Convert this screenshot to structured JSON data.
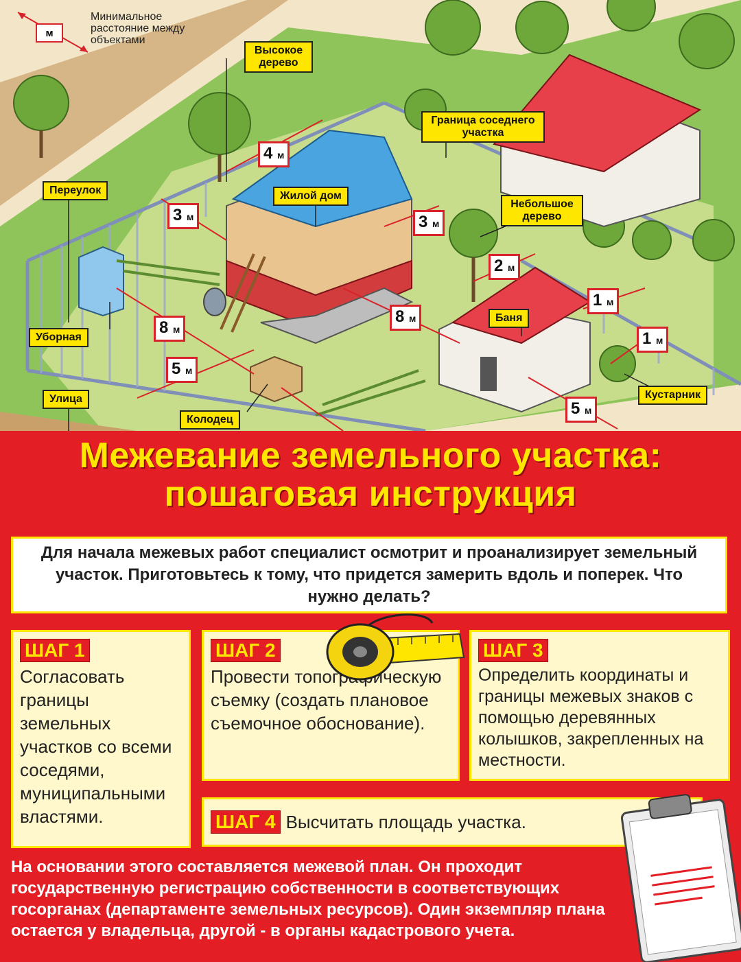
{
  "legend": {
    "unit": "м",
    "text": "Минимальное расстояние между объектами"
  },
  "labels": {
    "tall_tree": "Высокое дерево",
    "lane": "Переулок",
    "house": "Жилой дом",
    "neighbor_border": "Граница соседнего участка",
    "small_tree": "Небольшое дерево",
    "toilet": "Уборная",
    "bath": "Баня",
    "street": "Улица",
    "well": "Колодец",
    "shrub": "Кустарник"
  },
  "distances": [
    {
      "value": "4",
      "unit": "м"
    },
    {
      "value": "3",
      "unit": "м"
    },
    {
      "value": "3",
      "unit": "м"
    },
    {
      "value": "2",
      "unit": "м"
    },
    {
      "value": "1",
      "unit": "м"
    },
    {
      "value": "1",
      "unit": "м"
    },
    {
      "value": "8",
      "unit": "м"
    },
    {
      "value": "8",
      "unit": "м"
    },
    {
      "value": "5",
      "unit": "м"
    },
    {
      "value": "5",
      "unit": "м"
    }
  ],
  "title": {
    "line1": "Межевание земельного участка:",
    "line2": "пошаговая инструкция"
  },
  "intro": "Для начала межевых работ специалист осмотрит и проанализирует земельный участок. Приготовьтесь к тому, что придется замерить вдоль и поперек. Что нужно делать?",
  "steps": [
    {
      "tag": "ШАГ 1",
      "text": "Согласовать границы земельных участков со всеми соседями, муниципальными властями."
    },
    {
      "tag": "ШАГ 2",
      "text": "Провести топографическую съемку (создать плановое съемочное обоснование)."
    },
    {
      "tag": "ШАГ 3",
      "text": "Определить координаты и границы межевых знаков с помощью деревянных колышков, закрепленных на местности."
    },
    {
      "tag": "ШАГ 4",
      "text": "Высчитать площадь участка."
    }
  ],
  "footer": "На основании этого составляется межевой план. Он проходит государственную регистрацию собственности в соответствующих госорганах (департаменте земельных ресурсов). Один экземпляр плана остается у владельца, другой - в органы кадастрового учета.",
  "colors": {
    "red": "#e31e24",
    "yellow": "#ffe600",
    "step_bg": "#fff8cc"
  }
}
